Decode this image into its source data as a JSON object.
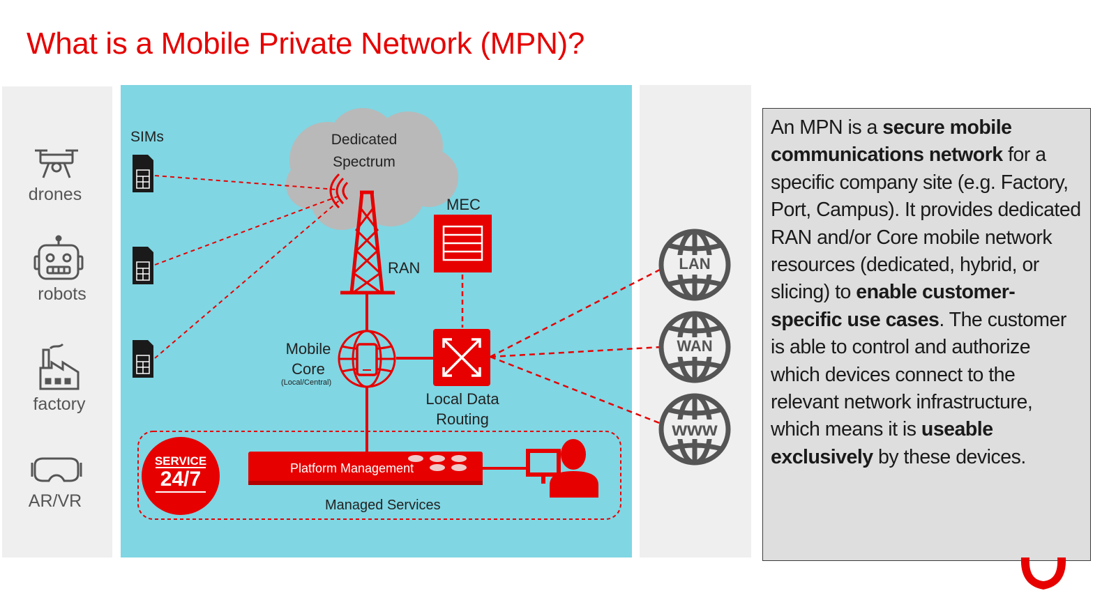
{
  "title": "What is a Mobile Private Network (MPN)?",
  "categories": [
    {
      "label": "drones",
      "icon": "drone-icon"
    },
    {
      "label": "robots",
      "icon": "robot-icon"
    },
    {
      "label": "factory",
      "icon": "factory-icon"
    },
    {
      "label": "AR/VR",
      "icon": "vr-headset-icon"
    }
  ],
  "diagram": {
    "sims_label": "SIMs",
    "spectrum_label_line1": "Dedicated",
    "spectrum_label_line2": "Spectrum",
    "ran_label": "RAN",
    "mec_label": "MEC",
    "core_label_line1": "Mobile",
    "core_label_line2": "Core",
    "core_sublabel": "(Local/Central)",
    "routing_label_line1": "Local Data",
    "routing_label_line2": "Routing",
    "service_line1": "SERVICE",
    "service_line2": "24/7",
    "platform_label": "Platform Management",
    "managed_label": "Managed Services"
  },
  "networks": [
    {
      "label": "LAN"
    },
    {
      "label": "WAN"
    },
    {
      "label": "www"
    }
  ],
  "description": {
    "t1": "An MPN is a ",
    "b1": "secure mobile communications network",
    "t2": " for a specific company site (e.g. Factory, Port, Campus). It provides dedicated RAN and/or Core mobile network resources (dedicated, hybrid, or slicing) to ",
    "b2": "enable customer-specific use cases",
    "t3": ". The customer is able to control and authorize which devices connect to the relevant network infrastructure, which means it is ",
    "b3": "useable exclusively",
    "t4": " by these devices."
  },
  "colors": {
    "accent": "#e60000",
    "diagram_bg": "#80d6e3",
    "panel_bg": "#efefef",
    "textbox_bg": "#dedede"
  }
}
